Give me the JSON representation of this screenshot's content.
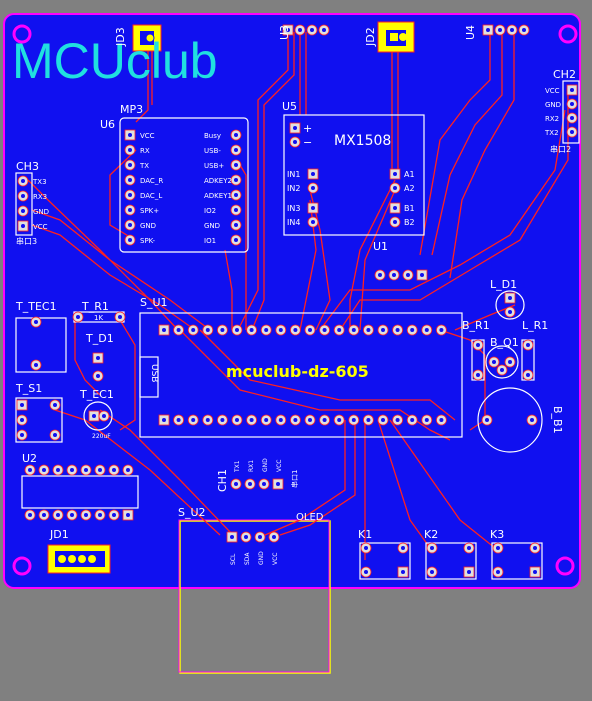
{
  "board": {
    "logo": "MCUclub",
    "center_label": "mcuclub-dz-605",
    "usb_label": "USB",
    "colors": {
      "board": "#1010f0",
      "border": "#ff00ff",
      "trace": "#ff2020",
      "silk": "#ffffff",
      "copper": "#ffff00",
      "logo": "#20e0e0",
      "background": "#808080"
    }
  },
  "components": {
    "jd3": "JD3",
    "jd2": "JD2",
    "u3": "U3",
    "u4": "U4",
    "ch2": "CH2",
    "ch2_pins": [
      "VCC",
      "GND",
      "RX2",
      "TX2"
    ],
    "ch2_sub": "串口2",
    "mp3": "MP3",
    "u6": "U6",
    "mp3_left_pins": [
      "VCC",
      "RX",
      "TX",
      "DAC_R",
      "DAC_L",
      "SPK+",
      "GND",
      "SPK-"
    ],
    "mp3_right_pins": [
      "Busy",
      "USB-",
      "USB+",
      "ADKEY2",
      "ADKEY1",
      "IO2",
      "GND",
      "IO1"
    ],
    "u5": "U5",
    "mx1508": "MX1508",
    "mx_plus": "+",
    "mx_minus": "−",
    "mx_in_pins": [
      "IN1",
      "IN2",
      "IN3",
      "IN4"
    ],
    "mx_out_pins": [
      "A1",
      "A2",
      "B1",
      "B2"
    ],
    "ch3": "CH3",
    "ch3_pins": [
      "TX3",
      "RX3",
      "GND",
      "VCC"
    ],
    "ch3_sub": "串口3",
    "u1": "U1",
    "l_d1": "L_D1",
    "t_tec1": "T_TEC1",
    "t_r1": "T_R1",
    "t_r1_val": "1K",
    "s_u1": "S_U1",
    "b_r1": "B_R1",
    "l_r1": "L_R1",
    "t_d1": "T_D1",
    "b_q1": "B_Q1",
    "t_s1": "T_S1",
    "t_ec1": "T_EC1",
    "t_ec1_val": "220uF",
    "b_b1": "B_B1",
    "u2": "U2",
    "ch1": "CH1",
    "ch1_pins": [
      "TX1",
      "RX1",
      "GND",
      "VCC"
    ],
    "ch1_sub": "串口1",
    "s_u2": "S_U2",
    "oled": "OLED",
    "s_u2_pins": [
      "SCL",
      "SDA",
      "GND",
      "VCC"
    ],
    "jd1": "JD1",
    "k1": "K1",
    "k2": "K2",
    "k3": "K3"
  }
}
